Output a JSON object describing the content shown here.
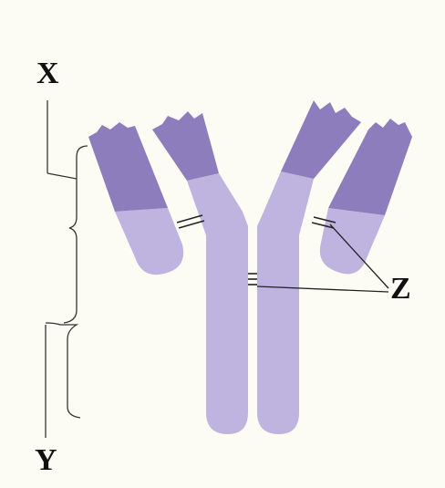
{
  "labels": {
    "x": "X",
    "y": "Y",
    "z": "Z"
  },
  "colors": {
    "background": "#fdfcf4",
    "variable_region": "#8e7dbd",
    "constant_region": "#bfb3e0",
    "line": "#222222",
    "label": "#111111"
  }
}
